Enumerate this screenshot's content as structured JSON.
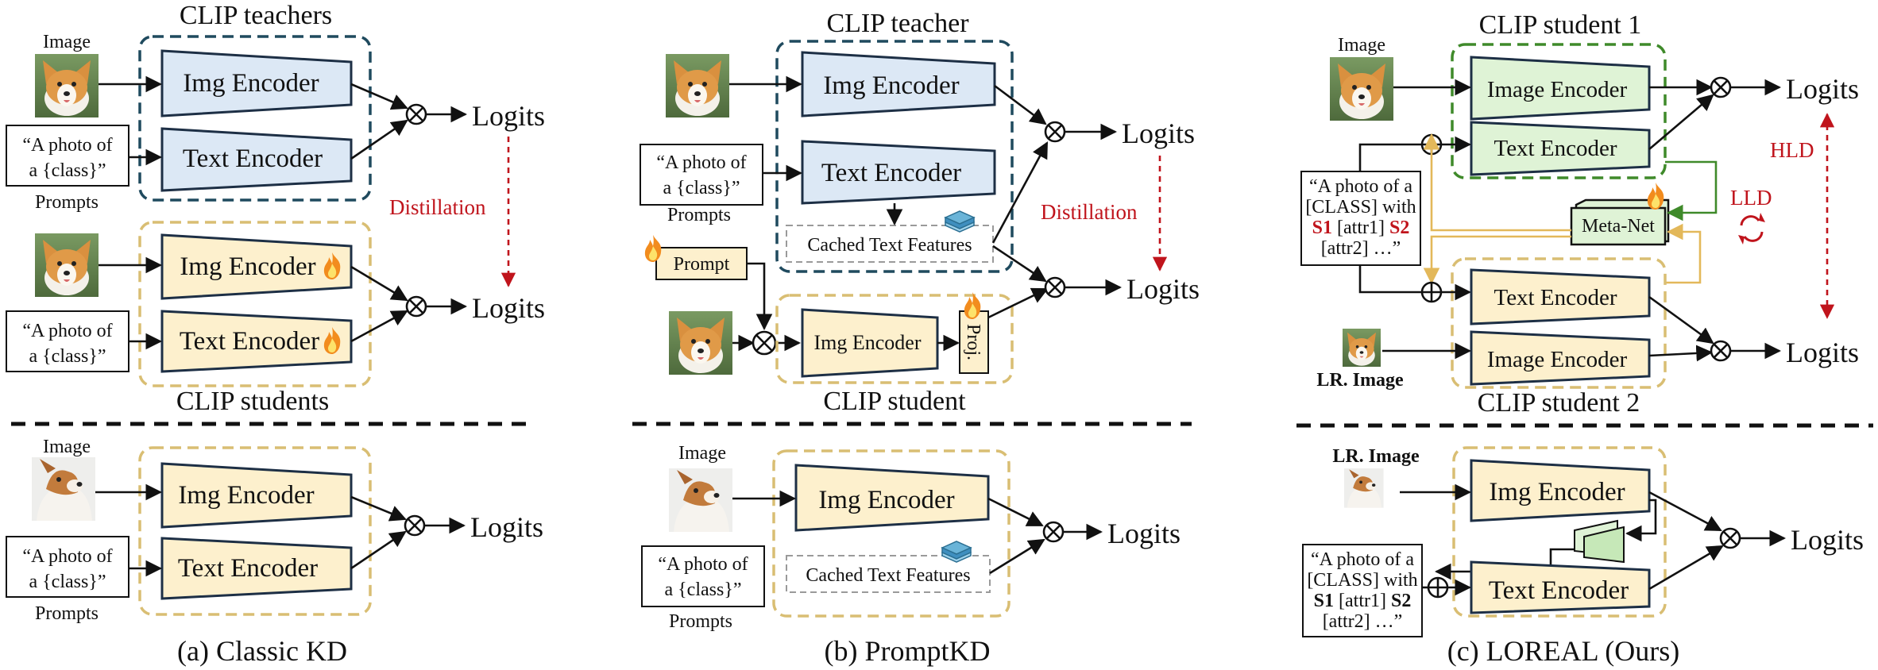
{
  "panel_a": {
    "teachers_title": "CLIP teachers",
    "students_title": "CLIP students",
    "image_label": "Image",
    "image_label_bottom": "Image",
    "img_encoder": "Img Encoder",
    "text_encoder": "Text Encoder",
    "prompt_line1": "“A photo of",
    "prompt_line2": "a {class}”",
    "prompts_label": "Prompts",
    "logits": "Logits",
    "distillation": "Distillation",
    "caption": "(a) Classic KD"
  },
  "panel_b": {
    "teacher_title": "CLIP teacher",
    "student_title": "CLIP student",
    "image_label_bottom": "Image",
    "img_encoder": "Img Encoder",
    "text_encoder": "Text Encoder",
    "cached_text_features": "Cached Text Features",
    "prompt_btn": "Prompt",
    "proj": "Proj.",
    "prompt_line1": "“A photo of",
    "prompt_line2": "a {class}”",
    "prompts_label": "Prompts",
    "logits": "Logits",
    "distillation": "Distillation",
    "caption": "(b) PromptKD"
  },
  "panel_c": {
    "student1_title": "CLIP student 1",
    "student2_title": "CLIP student 2",
    "image_label": "Image",
    "lr_image_label": "LR. Image",
    "image_encoder": "Image Encoder",
    "img_encoder": "Img Encoder",
    "text_encoder": "Text Encoder",
    "meta_net": "Meta-Net",
    "hld": "HLD",
    "lld": "LLD",
    "prompt_line1": "“A photo of a",
    "prompt_line2": "[CLASS] with",
    "s1": "S1",
    "attr1": " [attr1] ",
    "s2": "S2",
    "prompt_line4": "[attr2] …”",
    "logits": "Logits",
    "caption": "(c) LOREAL (Ours)"
  },
  "icons": {
    "flame": "flame-icon",
    "corgi": "corgi-photo",
    "cache": "stacked-features-icon",
    "cycle": "cycle-arrows-icon"
  },
  "colors": {
    "teacher_blue": "#dce8f5",
    "student_gold": "#fdf0cd",
    "student_green": "#dff3d6",
    "distill_red": "#c0141c"
  }
}
